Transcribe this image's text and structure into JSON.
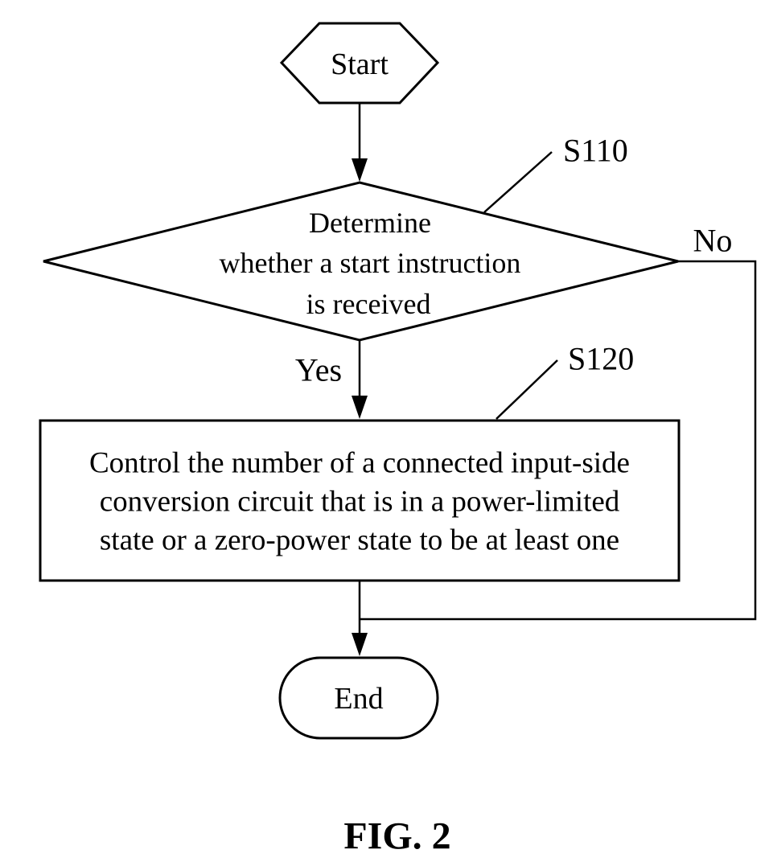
{
  "figure_caption": "FIG. 2",
  "colors": {
    "line": "#000000",
    "text": "#000000",
    "background": "#ffffff"
  },
  "flowchart": {
    "type": "flowchart",
    "nodes": {
      "start": {
        "shape": "hexagon",
        "label": "Start"
      },
      "decision": {
        "shape": "diamond",
        "step": "S110",
        "label": "Determine whether a start instruction is received",
        "text_lines": [
          "Determine",
          "whether a start instruction",
          "is received"
        ]
      },
      "process": {
        "shape": "rectangle",
        "step": "S120",
        "label": "Control the number of a connected input-side conversion circuit that is in a power-limited state or a zero-power state to be at least one",
        "text_lines": [
          "Control the number of a connected input-side",
          "conversion circuit that is in a power-limited",
          "state or a zero-power state to be at least one"
        ]
      },
      "end": {
        "shape": "stadium",
        "label": "End"
      }
    },
    "edges": {
      "start_to_decision": {
        "from": "start",
        "to": "decision"
      },
      "decision_yes": {
        "from": "decision",
        "to": "process",
        "label": "Yes"
      },
      "decision_no": {
        "from": "decision",
        "to": "end",
        "label": "No"
      },
      "process_to_end": {
        "from": "process",
        "to": "end"
      }
    }
  }
}
